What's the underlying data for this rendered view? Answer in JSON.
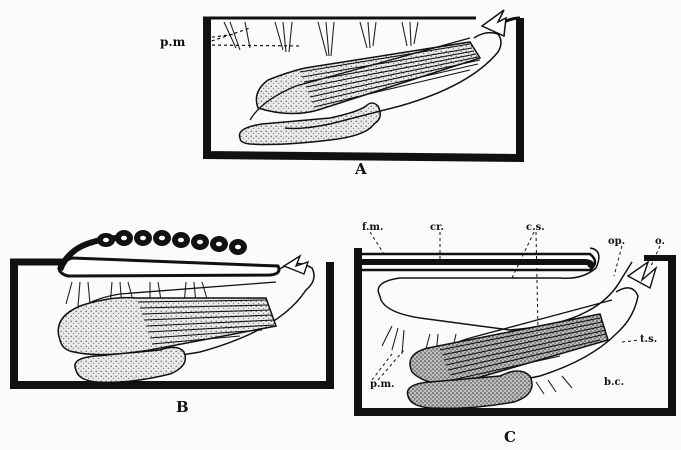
{
  "panels": {
    "a": {
      "label": "A",
      "annotations": {
        "pm": "p.m"
      }
    },
    "b": {
      "label": "B"
    },
    "c": {
      "label": "C",
      "annotations": {
        "fm": "f.m.",
        "cr": "cr.",
        "cs": "c.s.",
        "op": "op.",
        "o": "o.",
        "ts": "t.s.",
        "pm": "p.m.",
        "bc": "b.c."
      }
    }
  },
  "colors": {
    "ink": "#111111",
    "paper": "#fbfbf9",
    "stipple": "#cfcfcf"
  }
}
